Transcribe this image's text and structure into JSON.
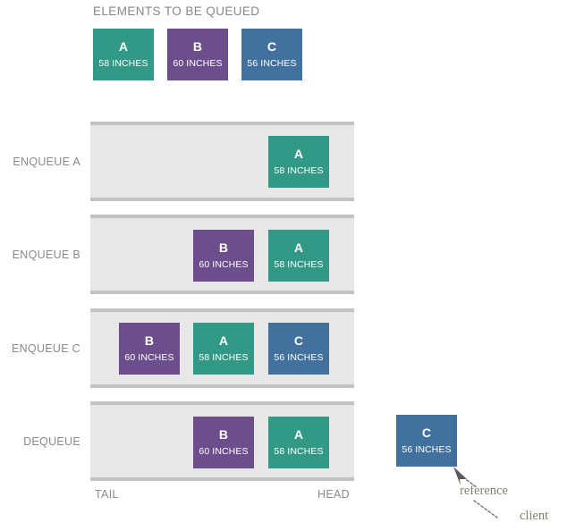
{
  "legend": {
    "title": "ELEMENTS TO BE QUEUED",
    "blocks": [
      {
        "letter": "A",
        "measure": "58 INCHES",
        "color": "#319985"
      },
      {
        "letter": "B",
        "measure": "60 INCHES",
        "color": "#6d4e8c"
      },
      {
        "letter": "C",
        "measure": "56 INCHES",
        "color": "#41719c"
      }
    ]
  },
  "colors": {
    "green": "#319985",
    "purple": "#6d4e8c",
    "blue": "#41719c",
    "bar_fill": "#e7e7e7",
    "bar_edge": "#c2c2c2",
    "label_gray": "#898989",
    "annotation": "#80806e",
    "arrow": "#595959"
  },
  "rows": [
    {
      "label": "ENQUEUE A",
      "blocks": [
        {
          "letter": "A",
          "measure": "58 INCHES",
          "color": "#319985"
        }
      ]
    },
    {
      "label": "ENQUEUE B",
      "blocks": [
        {
          "letter": "B",
          "measure": "60 INCHES",
          "color": "#6d4e8c"
        },
        {
          "letter": "A",
          "measure": "58 INCHES",
          "color": "#319985"
        }
      ]
    },
    {
      "label": "ENQUEUE C",
      "blocks": [
        {
          "letter": "B",
          "measure": "60 INCHES",
          "color": "#6d4e8c"
        },
        {
          "letter": "A",
          "measure": "58 INCHES",
          "color": "#319985"
        },
        {
          "letter": "C",
          "measure": "56 INCHES",
          "color": "#41719c"
        }
      ]
    },
    {
      "label": "DEQUEUE",
      "blocks": [
        {
          "letter": "B",
          "measure": "60 INCHES",
          "color": "#6d4e8c"
        },
        {
          "letter": "A",
          "measure": "58 INCHES",
          "color": "#319985"
        }
      ]
    }
  ],
  "endpoints": {
    "tail": "TAIL",
    "head": "HEAD"
  },
  "dequeued": {
    "letter": "C",
    "measure": "56 INCHES",
    "color": "#41719c",
    "annotations": {
      "reference": "reference",
      "client": "client"
    }
  }
}
